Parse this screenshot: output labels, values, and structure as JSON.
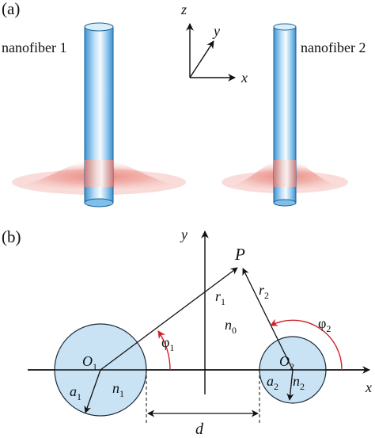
{
  "panel_a": {
    "label": "(a)",
    "fiber1_label": "nanofiber 1",
    "fiber2_label": "nanofiber 2",
    "axes": {
      "z": "z",
      "y": "y",
      "x": "x"
    }
  },
  "panel_b": {
    "label": "(b)",
    "axis_x": "x",
    "axis_y": "y",
    "point": "P",
    "r1": {
      "base": "r",
      "sub": "1"
    },
    "r2": {
      "base": "r",
      "sub": "2"
    },
    "phi1": {
      "base": "φ",
      "sub": "1"
    },
    "phi2": {
      "base": "φ",
      "sub": "2"
    },
    "n0": {
      "base": "n",
      "sub": "0"
    },
    "n1": {
      "base": "n",
      "sub": "1"
    },
    "n2": {
      "base": "n",
      "sub": "2"
    },
    "O1": {
      "base": "O",
      "sub": "1"
    },
    "O2": {
      "base": "O",
      "sub": "2"
    },
    "a1": {
      "base": "a",
      "sub": "1"
    },
    "a2": {
      "base": "a",
      "sub": "2"
    },
    "d": "d"
  },
  "colors": {
    "fiber_fill": "#c7e4f7",
    "fiber_edge": "#5fa8dd",
    "glow": "#e7857f",
    "angle_arc": "#d0202a",
    "circle_fill": "#c9e3f4"
  }
}
